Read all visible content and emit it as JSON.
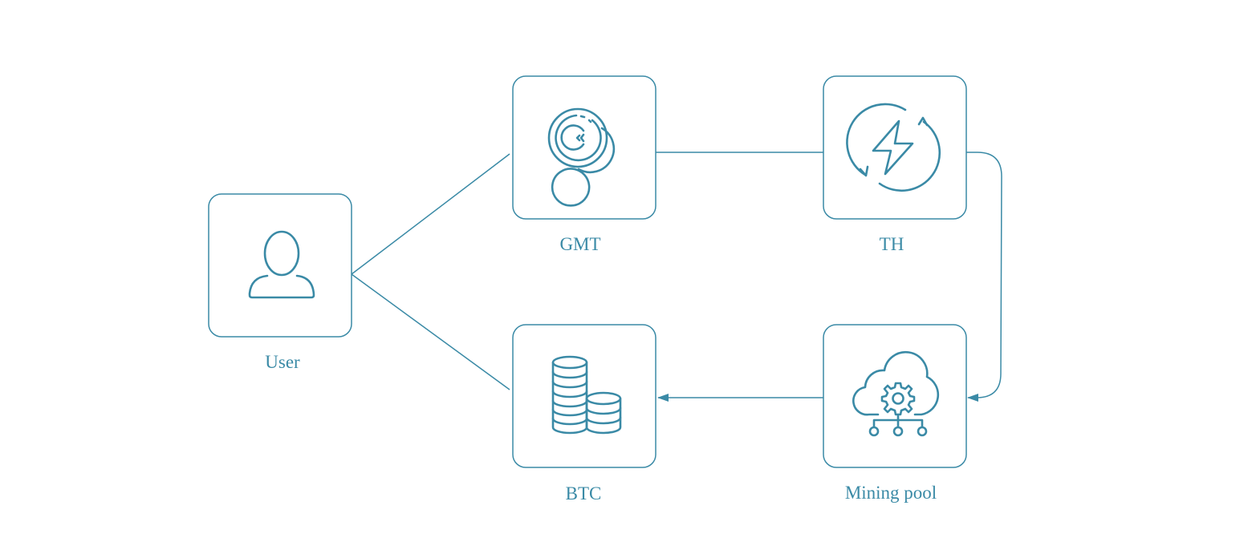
{
  "nodes": {
    "user": {
      "label": "User",
      "icon": "user-icon"
    },
    "gmt": {
      "label": "GMT",
      "icon": "coins-g-icon"
    },
    "th": {
      "label": "TH",
      "icon": "lightning-refresh-icon"
    },
    "btc": {
      "label": "BTC",
      "icon": "coin-stack-icon"
    },
    "pool": {
      "label": "Mining pool",
      "icon": "cloud-gear-network-icon"
    }
  },
  "colors": {
    "accent": "#3a8aa6"
  }
}
